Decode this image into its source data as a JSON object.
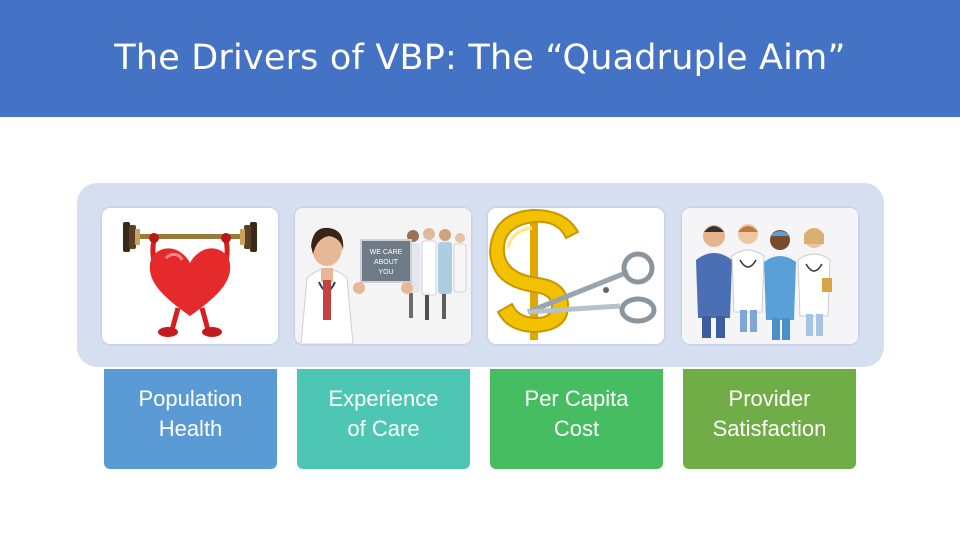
{
  "slide": {
    "title": "The Drivers of VBP: The “Quadruple Aim”",
    "sign_text": [
      "WE CARE",
      "ABOUT",
      "YOU"
    ],
    "aims": [
      {
        "line1": "Population",
        "line2": "Health",
        "color": "#5b9bd5",
        "image": "heart-lifting-dumbbell-image"
      },
      {
        "line1": "Experience",
        "line2": "of Care",
        "color": "#4dc7b4",
        "image": "doctor-with-sign-image"
      },
      {
        "line1": "Per Capita",
        "line2": "Cost",
        "color": "#47bd62",
        "image": "dollar-scissors-image"
      },
      {
        "line1": "Provider",
        "line2": "Satisfaction",
        "color": "#70ad47",
        "image": "medical-team-image"
      }
    ]
  }
}
